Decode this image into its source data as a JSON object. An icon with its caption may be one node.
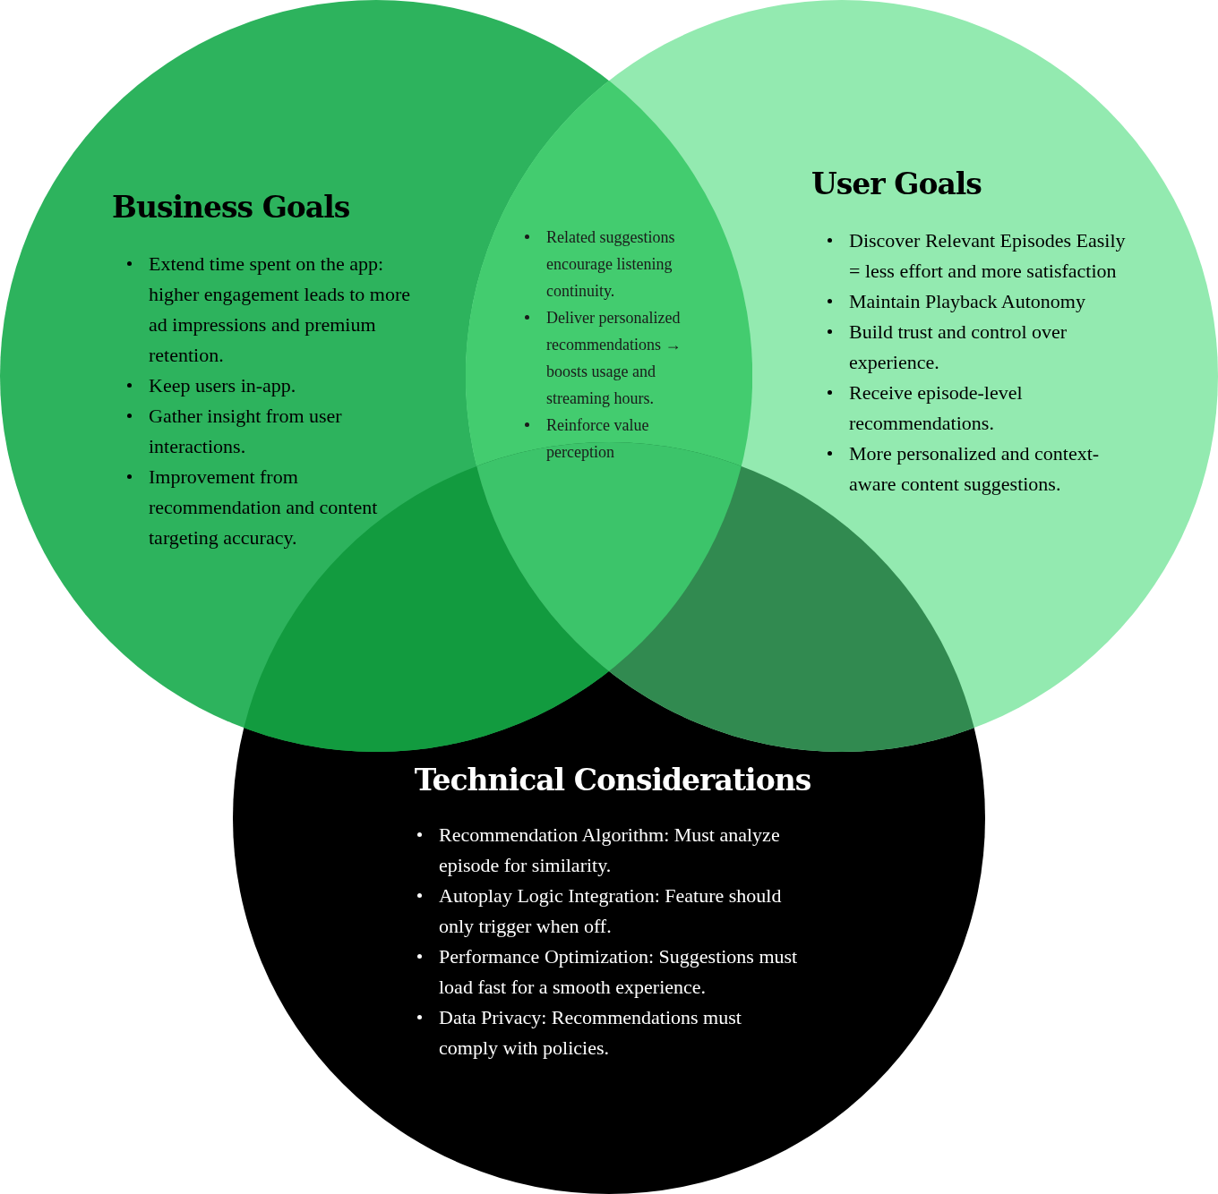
{
  "diagram": {
    "nodes": [
      {
        "text": [
          "Business Goals",
          "Extend time spent on the app: higher engagement leads to more ad impressions and premium retention.",
          "Keep users in-app.",
          "Gather insight from user interactions.",
          "Improvement from recommendation and content targeting accuracy."
        ]
      },
      {
        "text": [
          "User Goals",
          "Discover Relevant Episodes Easily = less effort and more satisfaction",
          "Maintain Playback Autonomy",
          "Build trust and control over experience.",
          "Receive episode-level recommendations.",
          "More personalized and context-aware content suggestions."
        ]
      },
      {
        "text": [
          "Related suggestions encourage listening continuity.",
          "Deliver personalized recommendations → boosts usage and streaming hours.",
          "Reinforce value perception"
        ]
      },
      {
        "text": [
          "Technical Considerations",
          "Recommendation Algorithm: Must analyze episode for similarity.",
          "Autoplay Logic Integration: Feature should only trigger when off.",
          "Performance Optimization: Suggestions must load fast for a smooth experience.",
          "Data Privacy: Recommendations must comply with policies."
        ]
      }
    ],
    "edges": []
  }
}
